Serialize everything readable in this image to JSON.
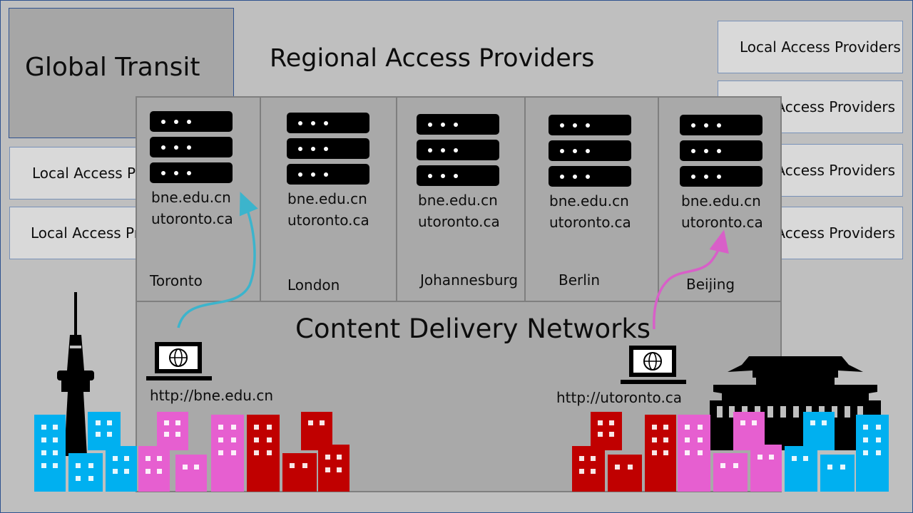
{
  "global_transit": "Global Transit",
  "regional_title": "Regional Access Providers",
  "local_access_label": "Local Access Providers",
  "cdn_title": "Content Delivery Networks",
  "domains": [
    "bne.edu.cn",
    "utoronto.ca"
  ],
  "cities": [
    "Toronto",
    "London",
    "Johannesburg",
    "Berlin",
    "Beijing"
  ],
  "urls": {
    "left": "http://bne.edu.cn",
    "right": "http://utoronto.ca"
  },
  "colors": {
    "blue": "#00b0f0",
    "pink": "#e65fd0",
    "red": "#c00000",
    "arrow_blue": "#3cb4cc",
    "arrow_pink": "#d85fc8"
  }
}
